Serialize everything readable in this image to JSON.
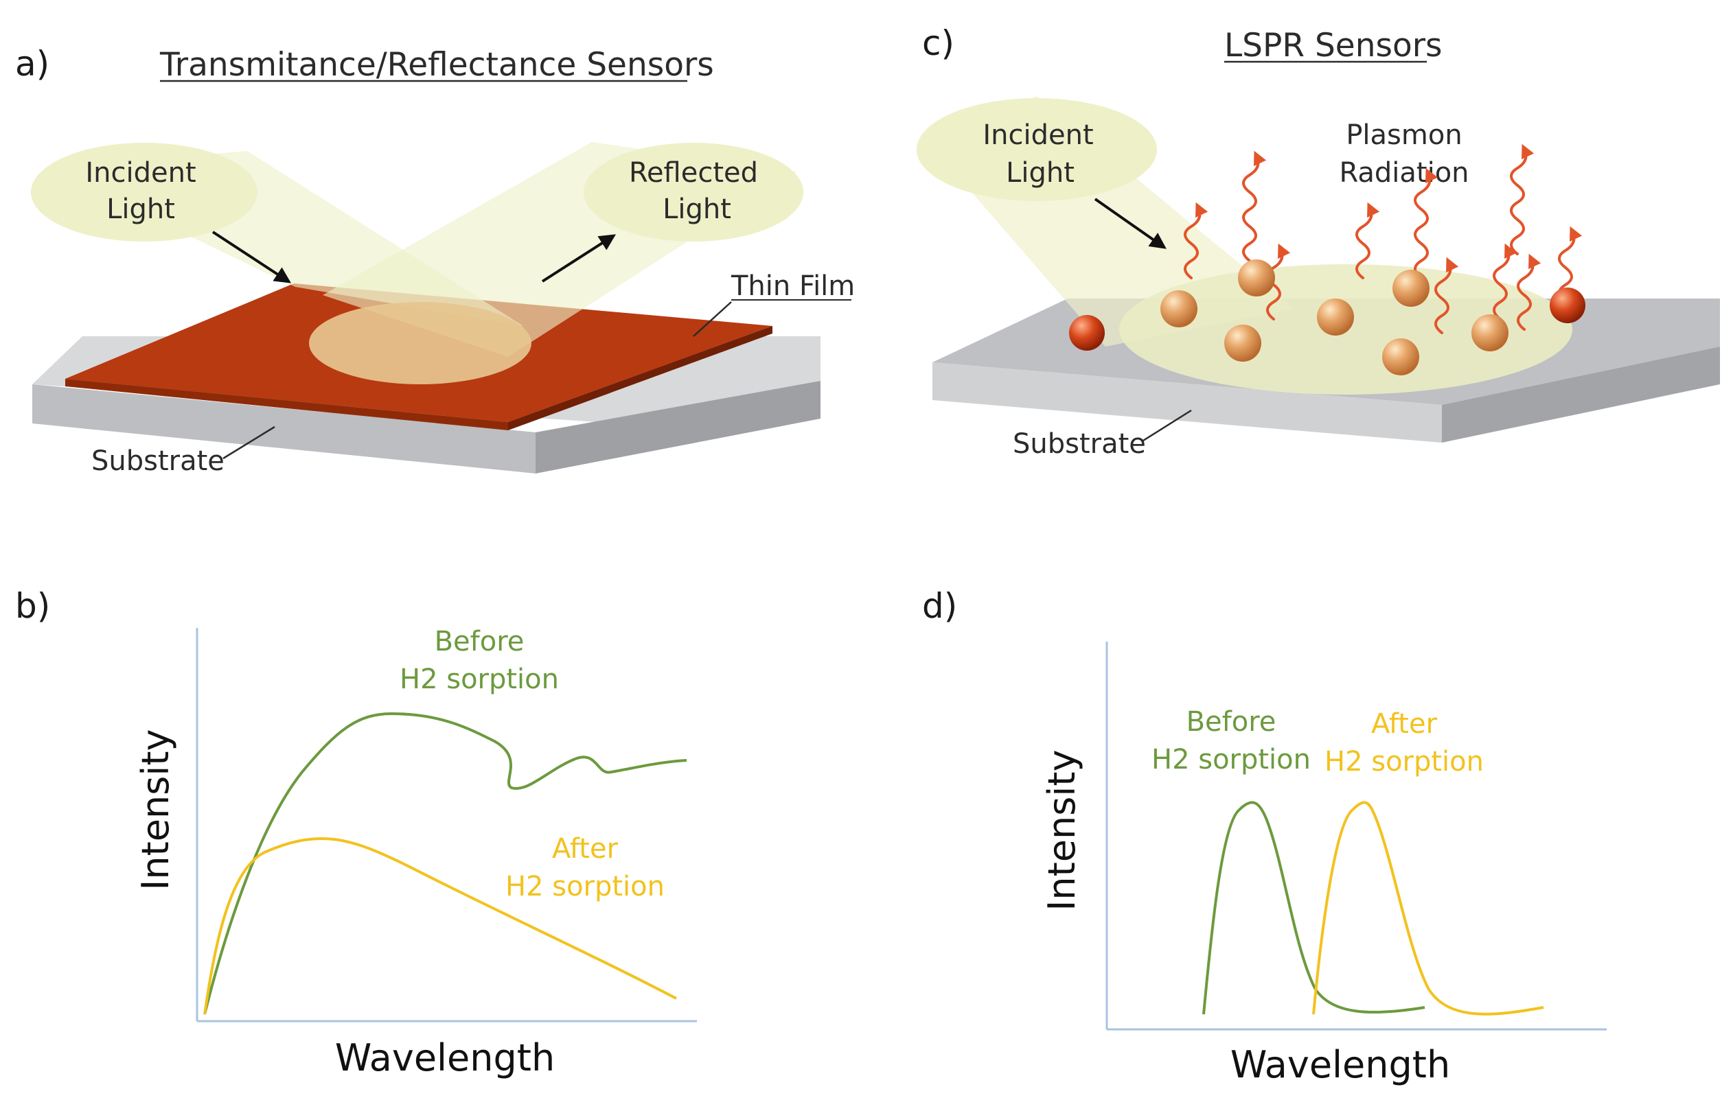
{
  "panel_a": {
    "letter": "a)",
    "title": "Transmitance/Reflectance Sensors",
    "incident_l1": "Incident",
    "incident_l2": "Light",
    "reflected_l1": "Reflected",
    "reflected_l2": "Light",
    "thin_film": "Thin Film",
    "substrate": "Substrate"
  },
  "panel_c": {
    "letter": "c)",
    "title": "LSPR Sensors",
    "incident_l1": "Incident",
    "incident_l2": "Light",
    "plasmon_l1": "Plasmon",
    "plasmon_l2": "Radiation",
    "substrate": "Substrate"
  },
  "panel_b": {
    "letter": "b)",
    "ylabel": "Intensity",
    "xlabel": "Wavelength",
    "before_l1": "Before",
    "before_l2": "H2 sorption",
    "after_l1": "After",
    "after_l2": "H2 sorption"
  },
  "panel_d": {
    "letter": "d)",
    "ylabel": "Intensity",
    "xlabel": "Wavelength",
    "before_l1": "Before",
    "before_l2": "H2 sorption",
    "after_l1": "After",
    "after_l2": "H2 sorption"
  },
  "colors": {
    "before": "#6c9a3e",
    "after": "#f2c21e",
    "thin_film": "#b83a10",
    "substrate": "#c9cacc",
    "light_beam": "#eef0c8",
    "axis": "#a8c3e0"
  }
}
